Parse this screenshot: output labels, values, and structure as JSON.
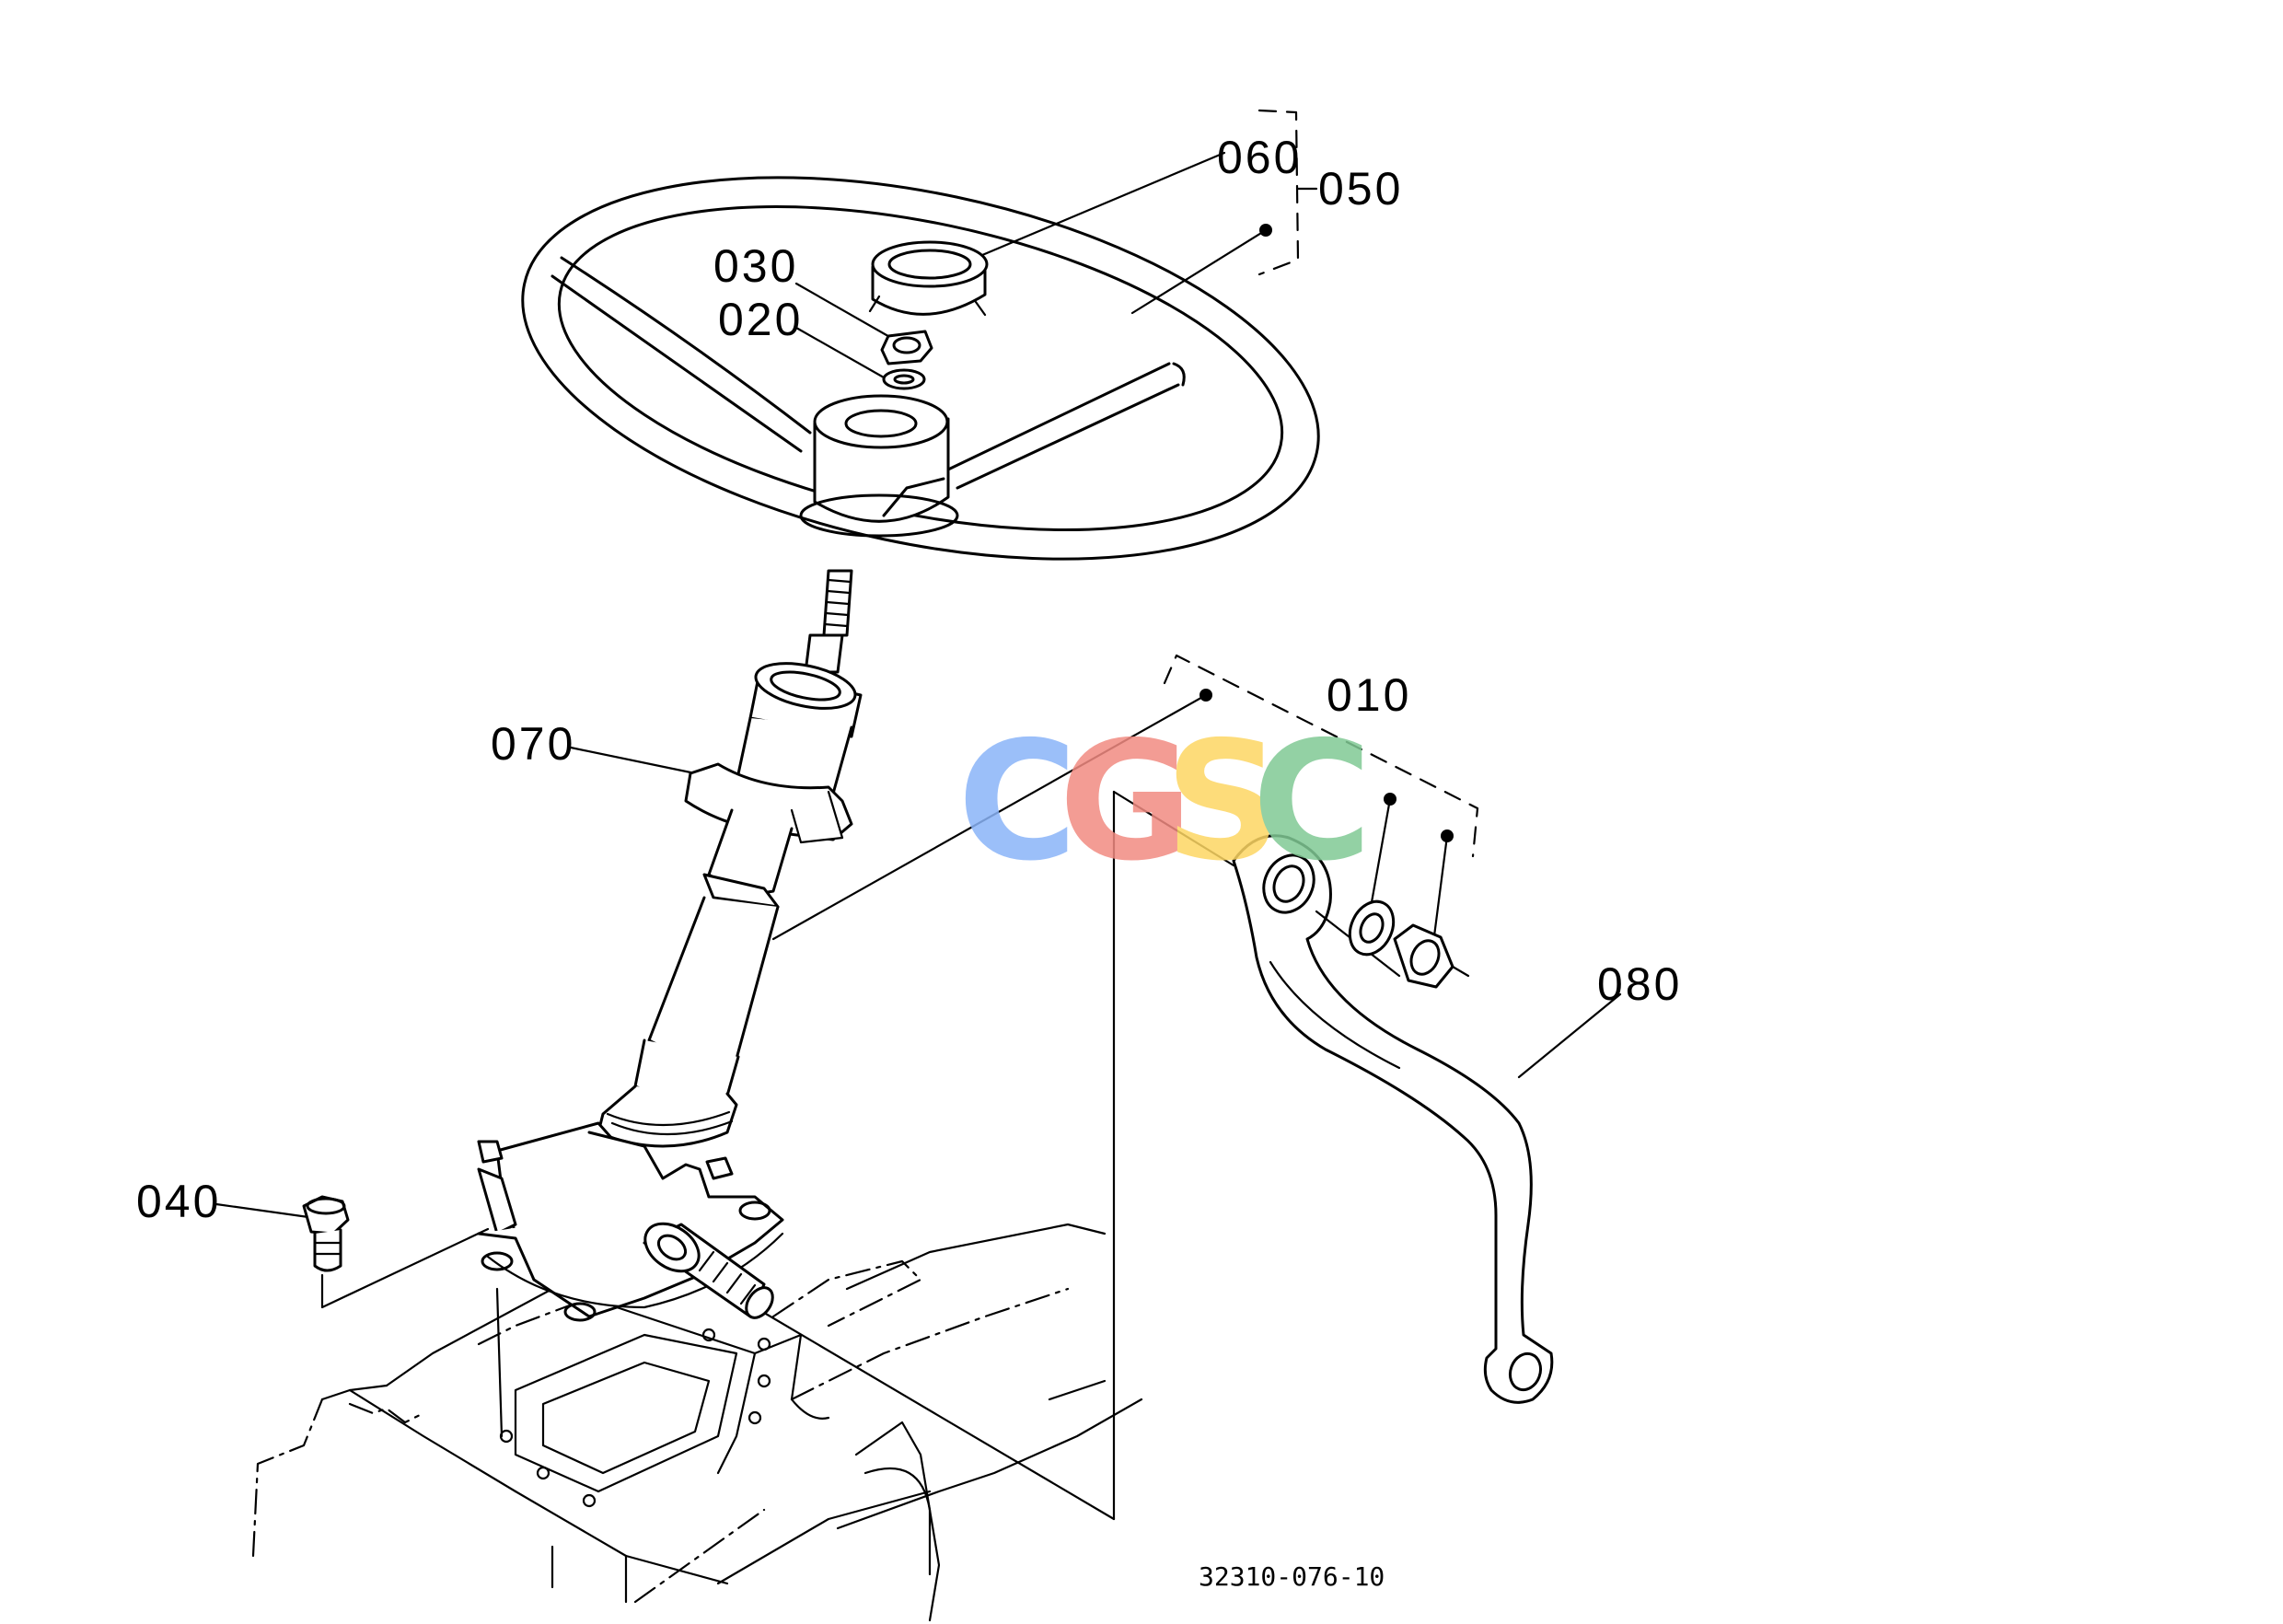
{
  "drawing": {
    "drawing_number": "32310-076-10"
  },
  "callouts": [
    {
      "id": "c010",
      "text": "010"
    },
    {
      "id": "c020",
      "text": "020"
    },
    {
      "id": "c030",
      "text": "030"
    },
    {
      "id": "c040",
      "text": "040"
    },
    {
      "id": "c050",
      "text": "050"
    },
    {
      "id": "c060",
      "text": "060"
    },
    {
      "id": "c070",
      "text": "070"
    },
    {
      "id": "c080",
      "text": "080"
    }
  ],
  "watermark": {
    "letters": [
      "C",
      "G",
      "S",
      "C"
    ],
    "colors": [
      "#8ab4f8",
      "#f28b82",
      "#fdd663",
      "#81c995"
    ]
  }
}
